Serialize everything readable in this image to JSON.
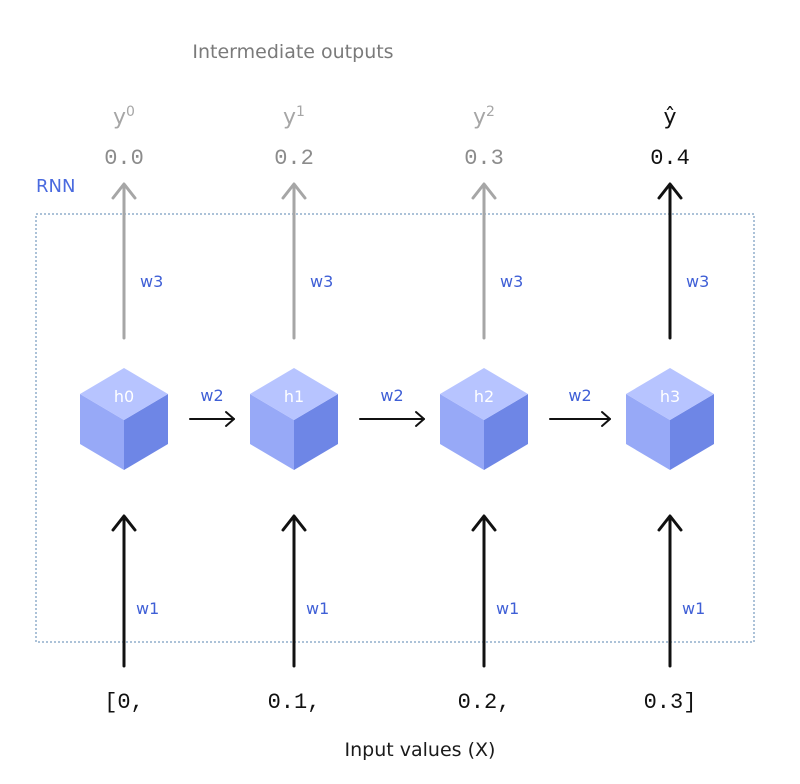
{
  "captions": {
    "intermediate": "Intermediate outputs",
    "input": "Input values (X)",
    "rnn": "RNN"
  },
  "colors": {
    "grey_arrow": "#a6a6a6",
    "black_arrow": "#111111",
    "weight_text": "#3f5fd6",
    "cube_top": "#b7c4ff",
    "cube_left": "#97a9f7",
    "cube_right": "#6e86e6",
    "rnn_border": "#5a86b0"
  },
  "columns": [
    {
      "output_label": "y0",
      "output_label_main": "y",
      "output_label_sup": "0",
      "output_value": "0.0",
      "output_emphasis": false,
      "hidden_label": "h0",
      "input_value": "[0,",
      "w_in": "w1",
      "w_out": "w3",
      "w_rec": "w2"
    },
    {
      "output_label": "y1",
      "output_label_main": "y",
      "output_label_sup": "1",
      "output_value": "0.2",
      "output_emphasis": false,
      "hidden_label": "h1",
      "input_value": "0.1,",
      "w_in": "w1",
      "w_out": "w3",
      "w_rec": "w2"
    },
    {
      "output_label": "y2",
      "output_label_main": "y",
      "output_label_sup": "2",
      "output_value": "0.3",
      "output_emphasis": false,
      "hidden_label": "h2",
      "input_value": "0.2,",
      "w_in": "w1",
      "w_out": "w3",
      "w_rec": "w2"
    },
    {
      "output_label": "ŷ",
      "output_label_main": "ŷ",
      "output_label_sup": "",
      "output_value": "0.4",
      "output_emphasis": true,
      "hidden_label": "h3",
      "input_value": "0.3]",
      "w_in": "w1",
      "w_out": "w3",
      "w_rec": ""
    }
  ]
}
